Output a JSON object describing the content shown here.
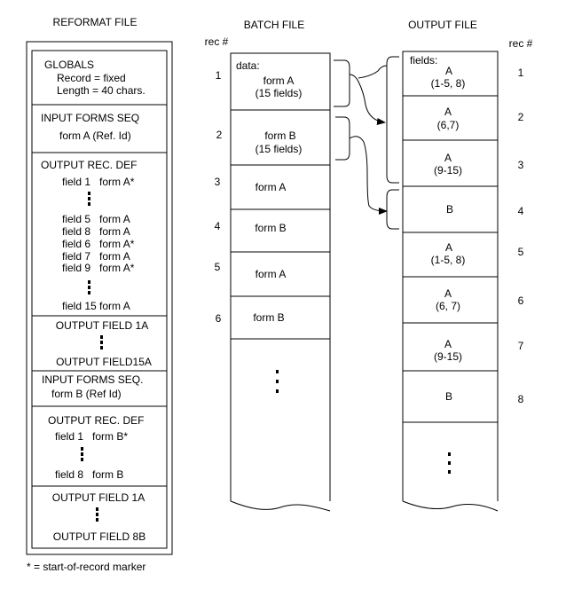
{
  "reformat": {
    "heading": "REFORMAT FILE",
    "globals": {
      "title": "GLOBALS",
      "record": "Record = fixed",
      "length": "Length = 40 chars."
    },
    "input_seq_a": {
      "title": "INPUT FORMS SEQ",
      "form": "form A (Ref. Id)"
    },
    "output_def_a": {
      "title": "OUTPUT REC. DEF",
      "field_1": "field 1   form A*",
      "field_5": "field 5   form A",
      "field_8": "field 8   form A",
      "field_6": "field 6   form A*",
      "field_7": "field 7   form A",
      "field_9": "field 9   form A*",
      "field_15": "field 15 form A"
    },
    "output_field_a": {
      "first": "OUTPUT FIELD 1A",
      "last": "OUTPUT FIELD15A"
    },
    "input_seq_b": {
      "title": "INPUT FORMS SEQ.",
      "form": "form B (Ref Id)"
    },
    "output_def_b": {
      "title": "OUTPUT REC. DEF",
      "field_1": "field 1   form B*",
      "field_8": "field 8   form B"
    },
    "output_field_b": {
      "first": "OUTPUT FIELD 1A",
      "last": "OUTPUT FIELD 8B"
    },
    "footnote": "* = start-of-record marker"
  },
  "batch": {
    "heading": "BATCH FILE",
    "rec_label": "rec #",
    "data_label": "data:",
    "records": [
      {
        "num": "1",
        "line1": "form A",
        "line2": "(15 fields)"
      },
      {
        "num": "2",
        "line1": "form B",
        "line2": "(15 fields)"
      },
      {
        "num": "3",
        "line1": "form A",
        "line2": ""
      },
      {
        "num": "4",
        "line1": "form B",
        "line2": ""
      },
      {
        "num": "5",
        "line1": "form A",
        "line2": ""
      },
      {
        "num": "6",
        "line1": "form B",
        "line2": ""
      }
    ]
  },
  "output": {
    "heading": "OUTPUT FILE",
    "rec_label": "rec #",
    "fields_label": "fields:",
    "records": [
      {
        "num": "1",
        "line1": "A",
        "line2": "(1-5, 8)"
      },
      {
        "num": "2",
        "line1": "A",
        "line2": "(6,7)"
      },
      {
        "num": "3",
        "line1": "A",
        "line2": "(9-15)"
      },
      {
        "num": "4",
        "line1": "B",
        "line2": ""
      },
      {
        "num": "5",
        "line1": "A",
        "line2": "(1-5, 8)"
      },
      {
        "num": "6",
        "line1": "A",
        "line2": "(6, 7)"
      },
      {
        "num": "7",
        "line1": "A",
        "line2": "(9-15)"
      },
      {
        "num": "8",
        "line1": "B",
        "line2": ""
      }
    ]
  }
}
